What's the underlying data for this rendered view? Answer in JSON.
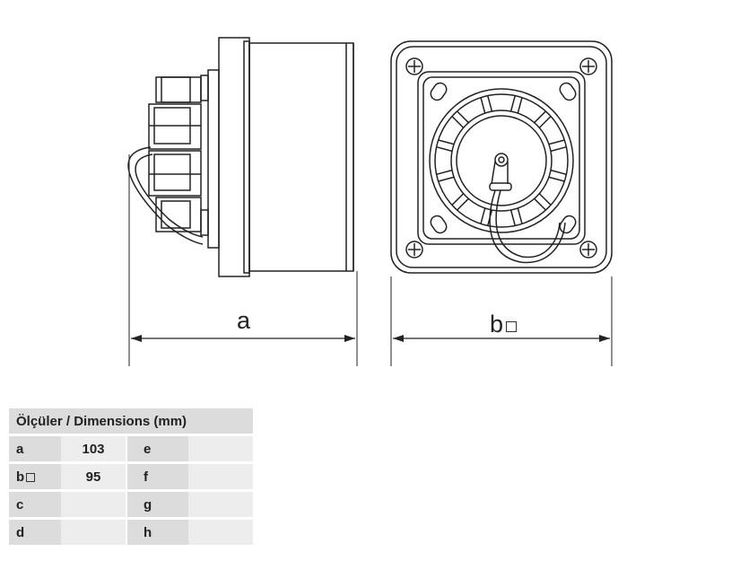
{
  "diagram": {
    "dim_a_label": "a",
    "dim_b_label": "b"
  },
  "table": {
    "header": "Ölçüler / Dimensions (mm)",
    "rows": [
      {
        "k1": "a",
        "v1": "103",
        "k2": "e",
        "v2": ""
      },
      {
        "k1": "b",
        "v1": "95",
        "k2": "f",
        "v2": ""
      },
      {
        "k1": "c",
        "v1": "",
        "k2": "g",
        "v2": ""
      },
      {
        "k1": "d",
        "v1": "",
        "k2": "h",
        "v2": ""
      }
    ]
  },
  "colors": {
    "line": "#222222",
    "header_bg": "#dcdcdc",
    "cell_bg": "#ededed"
  }
}
